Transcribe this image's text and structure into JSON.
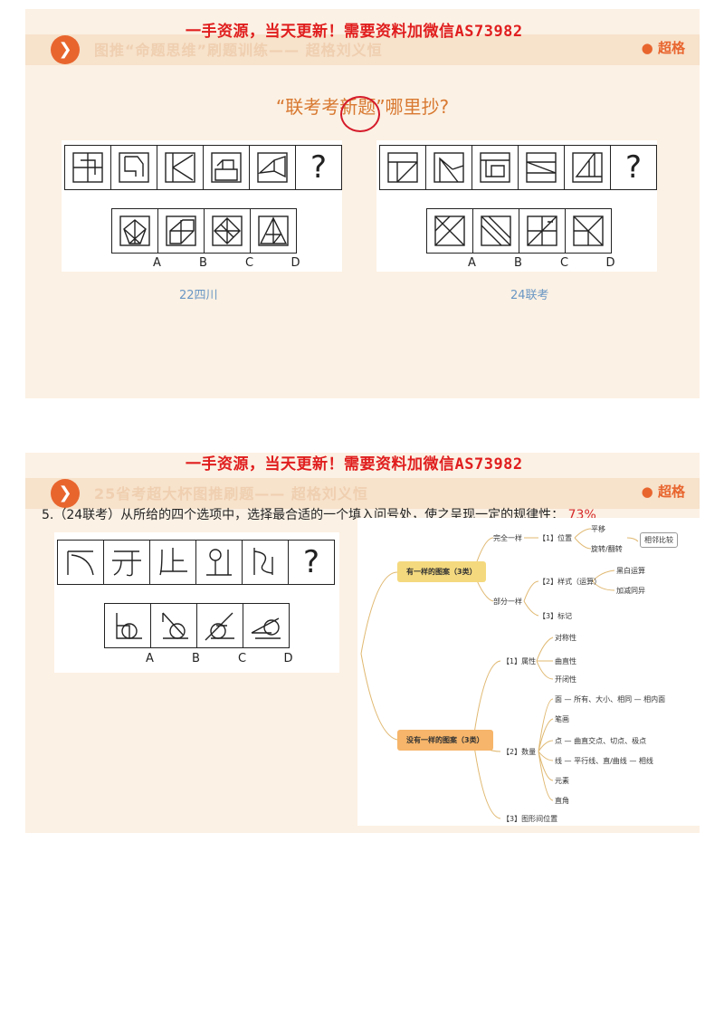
{
  "watermark": "一手资源，当天更新！需要资料加微信AS73982",
  "slide1": {
    "banner": "图推“命题思维”刷题训练—— 超格刘义恒",
    "logo": "超格",
    "headline": "“联考考新题”哪里抄?",
    "left_puzzle": {
      "question_mark": "?",
      "options": [
        "A",
        "B",
        "C",
        "D"
      ],
      "caption": "22四川"
    },
    "right_puzzle": {
      "question_mark": "?",
      "options": [
        "A",
        "B",
        "C",
        "D"
      ],
      "caption": "24联考"
    }
  },
  "slide2": {
    "banner": "25省考超大杯图推刷题—— 超格刘义恒",
    "logo": "超格",
    "question": "5.（24联考）从所给的四个选项中，选择最合适的一个填入问号处，使之呈现一定的规律性：",
    "percent": "73%",
    "puzzle": {
      "question_mark": "?",
      "options": [
        "A",
        "B",
        "C",
        "D"
      ]
    },
    "mindmap": {
      "root_a": "有一样的图案（3类）",
      "a_children": [
        "完全一样",
        "部分一样"
      ],
      "a1_child": "【1】位置",
      "a1_leaves": [
        "平移",
        "旋转/翻转"
      ],
      "a1_note": "相邻比较",
      "a2_children": [
        "【2】样式（运算）",
        "【3】标记"
      ],
      "a2_leaves": [
        "黑白运算",
        "加减同异"
      ],
      "root_b": "没有一样的图案（3类）",
      "b_children": [
        "【1】属性",
        "【2】数量",
        "【3】图形间位置"
      ],
      "b1_leaves": [
        "对称性",
        "曲直性",
        "开闭性"
      ],
      "b2_leaves": [
        "面 — 所有、大小、相同 — 相内面",
        "笔画",
        "点 — 曲直交点、切点、极点",
        "线 — 平行线、直/曲线 — 相线",
        "元素",
        "直角"
      ]
    }
  }
}
